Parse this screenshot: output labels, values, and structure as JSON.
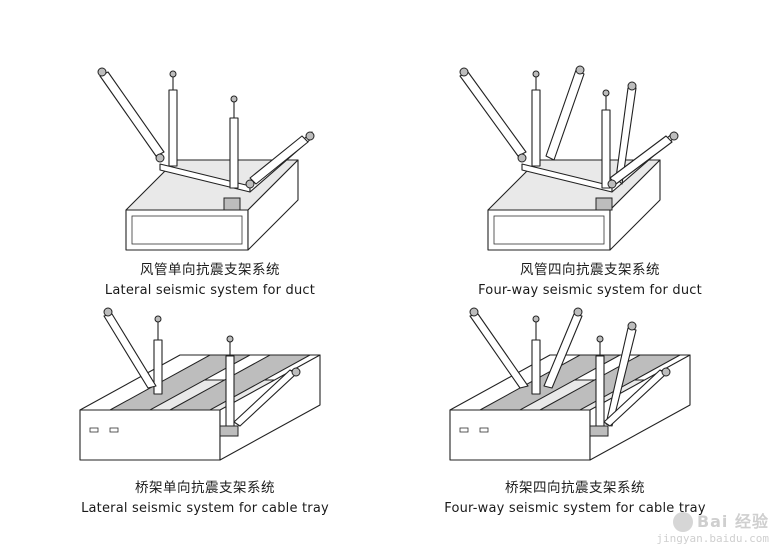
{
  "panels": [
    {
      "cn": "风管单向抗震支架系统",
      "en": "Lateral seismic system for duct"
    },
    {
      "cn": "风管四向抗震支架系统",
      "en": "Four-way seismic system for duct"
    },
    {
      "cn": "桥架单向抗震支架系统",
      "en": "Lateral seismic system for cable tray"
    },
    {
      "cn": "桥架四向抗震支架系统",
      "en": "Four-way seismic system for cable tray"
    }
  ],
  "watermark": {
    "logo": "Bai 经验",
    "url": "jingyan.baidu.com"
  }
}
